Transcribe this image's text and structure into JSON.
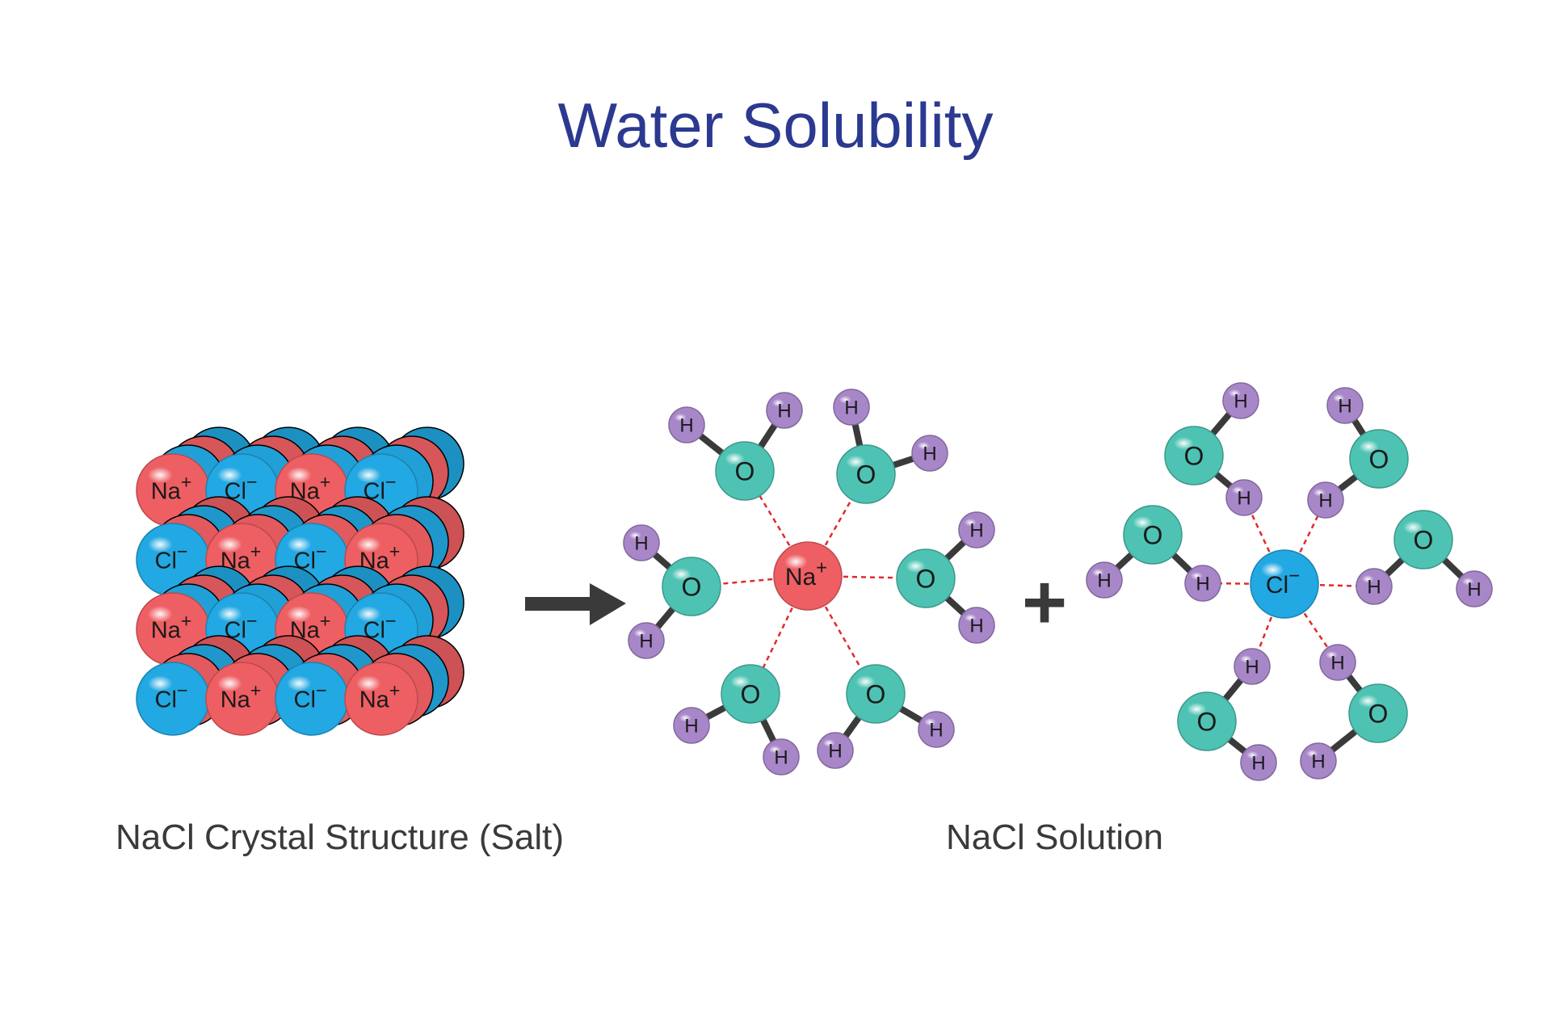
{
  "title": "Water Solubility",
  "captions": {
    "crystal": "NaCl Crystal Structure (Salt)",
    "solution": "NaCl Solution"
  },
  "operators": {
    "plus": "+"
  },
  "atoms": {
    "sodium": {
      "symbol": "Na",
      "charge": "+"
    },
    "chloride": {
      "symbol": "Cl",
      "charge": "-"
    },
    "oxygen": {
      "symbol": "O"
    },
    "hydrogen": {
      "symbol": "H"
    }
  },
  "colors": {
    "title": "#2b3990",
    "sodium": "#ee5f63",
    "chloride": "#22a8e2",
    "oxygen": "#4ec3b3",
    "hydrogen": "#a887c9",
    "bond": "#3a3a3a",
    "attraction_line": "#e02b2b",
    "arrow": "#3a3a3a",
    "caption": "#3a3a3a"
  },
  "crystal": {
    "rows": [
      [
        "Na+",
        "Cl-",
        "Na+",
        "Cl-"
      ],
      [
        "Cl-",
        "Na+",
        "Cl-",
        "Na+"
      ],
      [
        "Na+",
        "Cl-",
        "Na+",
        "Cl-"
      ],
      [
        "Cl-",
        "Na+",
        "Cl-",
        "Na+"
      ]
    ]
  },
  "hydration_shells": [
    {
      "central_ion": "sodium",
      "water_count": 6,
      "orientation": "oxygen toward ion"
    },
    {
      "central_ion": "chloride",
      "water_count": 6,
      "orientation": "hydrogen toward ion"
    }
  ]
}
